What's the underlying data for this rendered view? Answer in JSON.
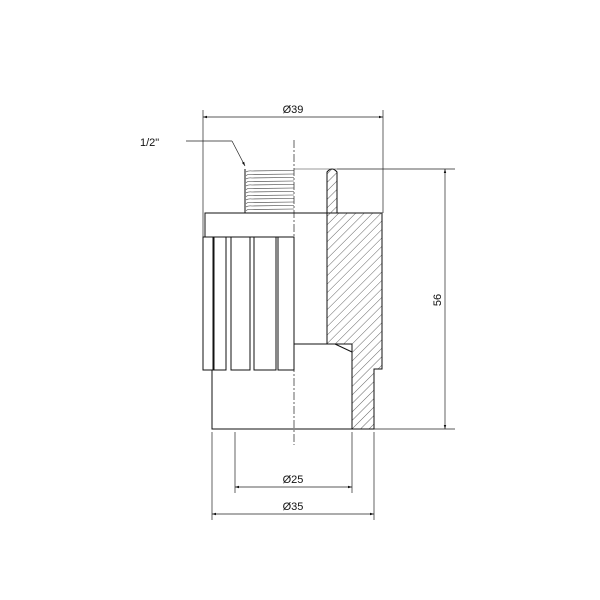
{
  "drawing": {
    "thread_label": "1/2\"",
    "dimensions": {
      "outer_diameter_top": "Ø39",
      "height": "56",
      "inner_diameter": "Ø25",
      "outer_diameter_bottom": "Ø35"
    },
    "colors": {
      "line": "#111111",
      "background": "#ffffff"
    }
  }
}
